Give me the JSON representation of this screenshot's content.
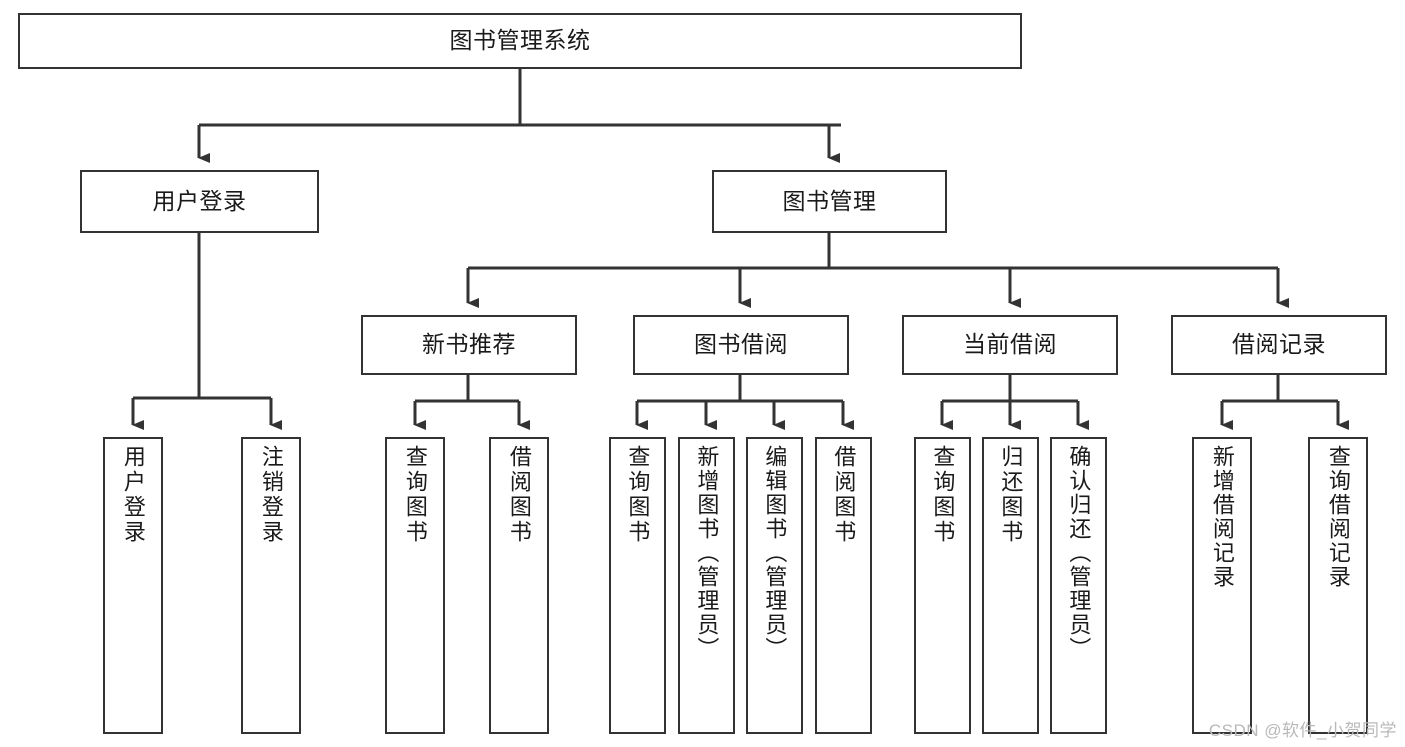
{
  "diagram": {
    "title": "图书管理系统",
    "type": "tree-hierarchy-diagram",
    "root": {
      "id": "root",
      "label": "图书管理系统"
    },
    "level2": [
      {
        "id": "user-login",
        "label": "用户登录"
      },
      {
        "id": "book-management",
        "label": "图书管理"
      }
    ],
    "level3": [
      {
        "id": "new-book-recommend",
        "label": "新书推荐",
        "parent": "book-management"
      },
      {
        "id": "book-borrow",
        "label": "图书借阅",
        "parent": "book-management"
      },
      {
        "id": "current-borrow",
        "label": "当前借阅",
        "parent": "book-management"
      },
      {
        "id": "borrow-record",
        "label": "借阅记录",
        "parent": "book-management"
      }
    ],
    "leaves": {
      "user_login": [
        {
          "id": "leaf-user-login",
          "label": "用户登录"
        },
        {
          "id": "leaf-user-logout",
          "label": "注销登录"
        }
      ],
      "new_book_recommend": [
        {
          "id": "leaf-query-book-1",
          "label": "查询图书"
        },
        {
          "id": "leaf-borrow-book-1",
          "label": "借阅图书"
        }
      ],
      "book_borrow": [
        {
          "id": "leaf-query-book-2",
          "label": "查询图书"
        },
        {
          "id": "leaf-add-book",
          "label": "新增图书（管理员）"
        },
        {
          "id": "leaf-edit-book",
          "label": "编辑图书（管理员）"
        },
        {
          "id": "leaf-borrow-book-2",
          "label": "借阅图书"
        }
      ],
      "current_borrow": [
        {
          "id": "leaf-query-book-3",
          "label": "查询图书"
        },
        {
          "id": "leaf-return-book",
          "label": "归还图书"
        },
        {
          "id": "leaf-confirm-return",
          "label": "确认归还（管理员）"
        }
      ],
      "borrow_record": [
        {
          "id": "leaf-add-record",
          "label": "新增借阅记录"
        },
        {
          "id": "leaf-query-record",
          "label": "查询借阅记录"
        }
      ]
    },
    "colors": {
      "stroke": "#333333",
      "fill": "#ffffff",
      "text": "#1a1a1a",
      "watermark": "#b9b9b9"
    }
  },
  "watermark": {
    "text": "CSDN @软件_小贺同学"
  }
}
